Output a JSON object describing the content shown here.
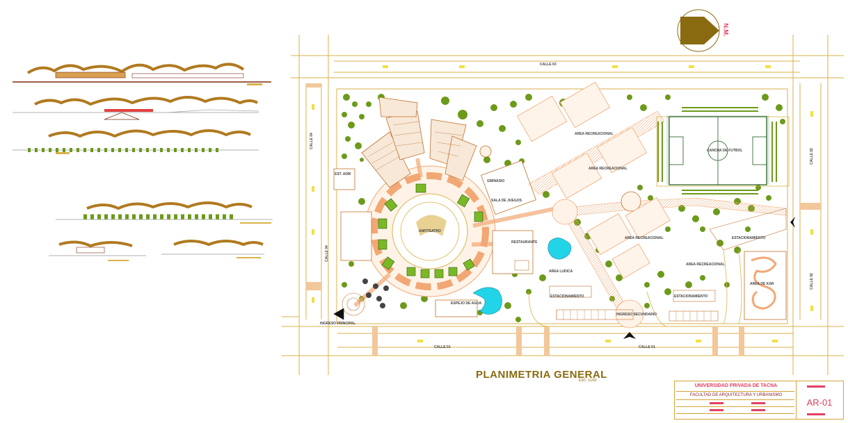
{
  "drawing": {
    "title": "PLANIMETRIA GENERAL",
    "scale": "ESC: 1/200",
    "north_label": "N.M.",
    "title_block": {
      "university": "UNIVERSIDAD PRIVADA DE TACNA",
      "faculty": "FACULTAD DE ARQUITECTURA Y URBANISMO",
      "sheet_code": "AR-01"
    }
  },
  "streets": {
    "north": "CALLE 03",
    "south_left": "CALLE 01",
    "south_right": "CALLE 01",
    "west_upper": "CALLE 04",
    "west_lower": "CALLE 04",
    "east_upper": "CALLE 02",
    "east_lower": "CALLE 02"
  },
  "zones": {
    "anfiteatro": "ANFITEATRO",
    "gimnasio": "GIMNASIO",
    "sala_juegos": "SALA DE JUEGOS",
    "restaurante": "RESTAURANTE",
    "area_ludica": "AREA LUDICA",
    "espejo_agua": "ESPEJO DE AGUA",
    "ingreso_principal": "INGRESO PRINCIPAL",
    "est_adm": "EST. ADM",
    "area_recreacional_1": "AREA RECREACIONAL",
    "area_recreacional_2": "AREA RECREACIONAL",
    "area_recreacional_3": "AREA RECREACIONAL",
    "area_recreacional_4": "AREA RECREACIONAL",
    "cancha_futbol": "CANCHA DE FUTBOL",
    "estacionamiento_1": "ESTACIONAMIENTO",
    "estacionamiento_2": "ESTACIONAMIENTO",
    "estacionamiento_3": "ESTACIONAMIENTO",
    "area_kart": "AREA DE KAR",
    "ingreso_secundario": "INGRESO SECUNDARIO"
  },
  "colors": {
    "road": "#d8b24a",
    "path": "#f2a874",
    "tree": "#6c9a1a",
    "terrain": "#b07a20",
    "water": "#22d4e8",
    "accent": "#e04060",
    "field_green": "#2a7a2a"
  }
}
